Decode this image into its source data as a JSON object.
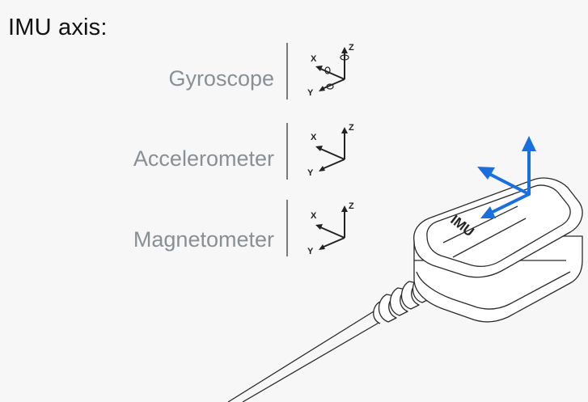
{
  "title": "IMU axis:",
  "sensors": [
    {
      "label": "Gyroscope",
      "icon": "axis-with-rotation-icon"
    },
    {
      "label": "Accelerometer",
      "icon": "axis-icon"
    },
    {
      "label": "Magnetometer",
      "icon": "axis-icon"
    }
  ],
  "axis_labels": {
    "x": "X",
    "y": "Y",
    "z": "Z"
  },
  "device_label": "IMU",
  "colors": {
    "axis_highlight": "#1a6fe0",
    "label_gray": "#8a8f94",
    "line_dark": "#222222"
  }
}
